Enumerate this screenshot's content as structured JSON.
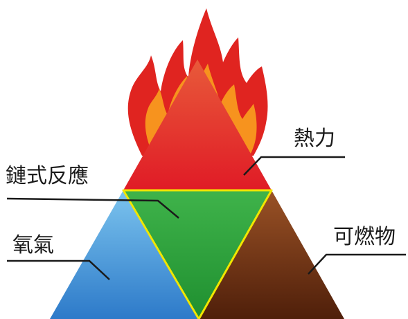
{
  "diagram": {
    "labels": {
      "heat": "熱力",
      "chain_reaction": "鏈式反應",
      "oxygen": "氧氣",
      "fuel": "可燃物"
    },
    "colors": {
      "heat": "#e8202a",
      "chain_reaction": "#2aa53a",
      "oxygen": "#3c8fd8",
      "fuel": "#6b2f12",
      "flame_outer": "#e02420",
      "flame_inner": "#f7931e",
      "inner_border": "#f2e600"
    }
  }
}
